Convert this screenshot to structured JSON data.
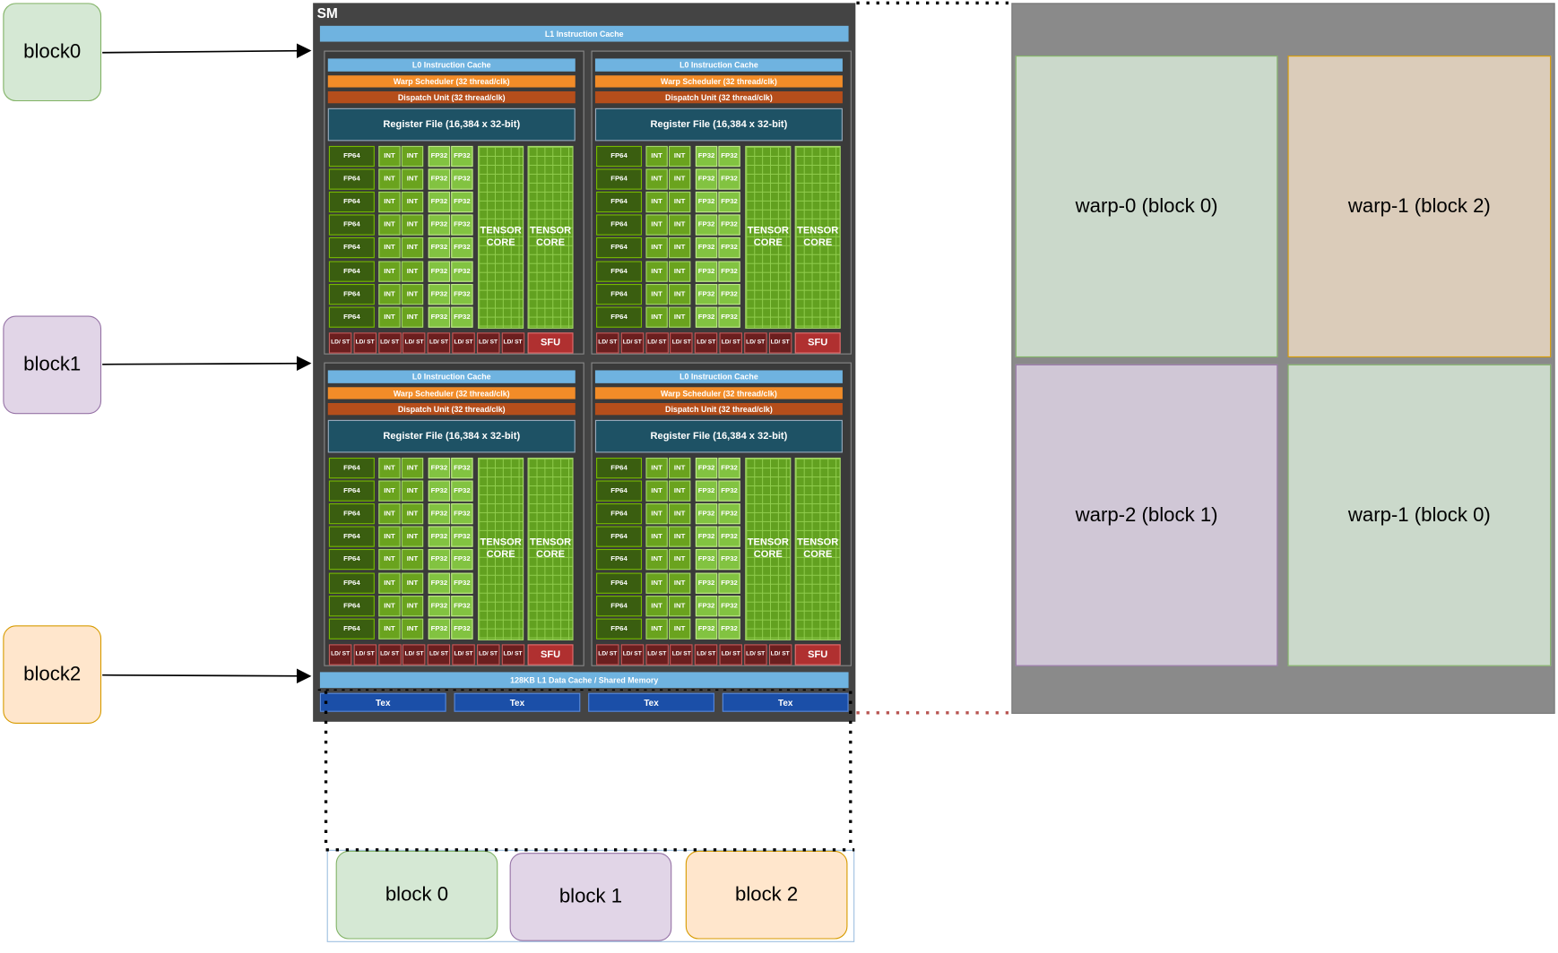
{
  "left_blocks": [
    "block0",
    "block1",
    "block2"
  ],
  "sm": {
    "label": "SM",
    "l1_instruction_cache": "L1 Instruction Cache",
    "quadrant": {
      "l0_cache": "L0 Instruction Cache",
      "warp_scheduler": "Warp Scheduler (32 thread/clk)",
      "dispatch_unit": "Dispatch Unit (32 thread/clk)",
      "register_file": "Register File (16,384 x 32-bit)",
      "fp64": "FP64",
      "int": "INT",
      "fp32": "FP32",
      "tensor_core": "TENSOR CORE",
      "ld_st": "LD/ ST",
      "sfu": "SFU"
    },
    "l1_data_cache": "128KB L1 Data Cache / Shared Memory",
    "tex_units": [
      "Tex",
      "Tex",
      "Tex",
      "Tex"
    ]
  },
  "warp_panel": {
    "cells": [
      "warp-0 (block 0)",
      "warp-1 (block 2)",
      "warp-2 (block 1)",
      "warp-1 (block 0)"
    ]
  },
  "bottom_blocks": [
    "block 0",
    "block 1",
    "block 2"
  ],
  "colors": {
    "block_green": "#d5e8d4",
    "block_purple": "#e1d5e7",
    "block_orange": "#ffe6cc",
    "sm_background": "#444444",
    "tensor_green": "#62a120"
  }
}
